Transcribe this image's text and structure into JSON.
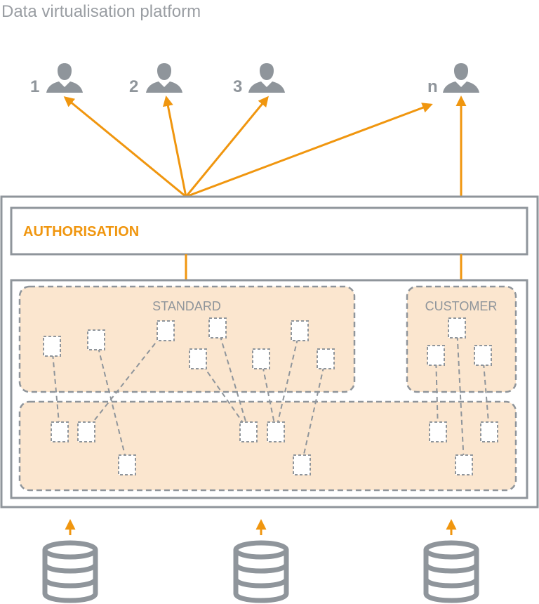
{
  "title": "Data virtualisation platform",
  "users": [
    "1",
    "2",
    "3",
    "n"
  ],
  "layers": {
    "authorisation": "AUTHORISATION",
    "standard": "STANDARD",
    "customer": "CUSTOMER"
  },
  "database_count": 3,
  "colors": {
    "accent": "#f0960f",
    "gray": "#8f959b",
    "fill": "#fbe6cf",
    "border_dark": "#8f959b"
  },
  "icons": [
    "user-icon",
    "database-icon",
    "arrow-up-icon"
  ]
}
